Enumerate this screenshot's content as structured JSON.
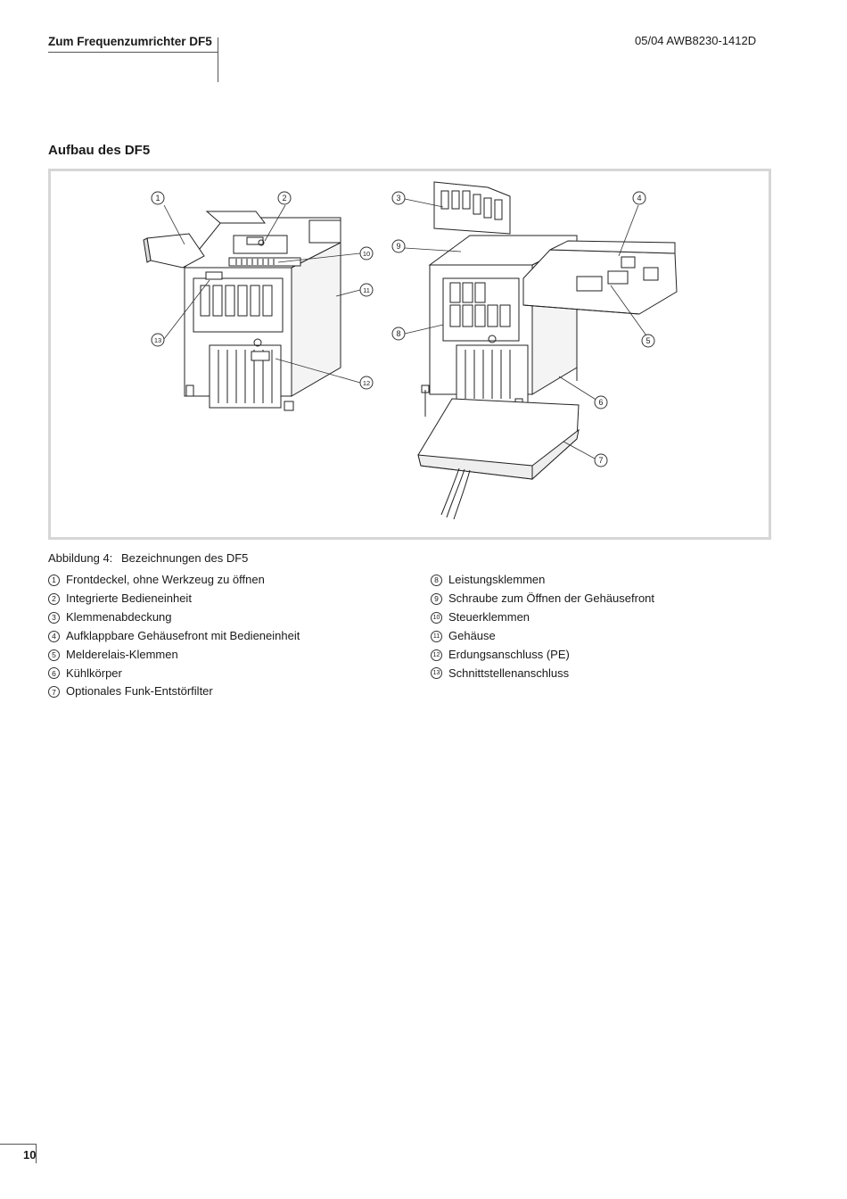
{
  "header": {
    "chapter_title": "Zum Frequenzumrichter DF5",
    "doc_ref": "05/04 AWB8230-1412D"
  },
  "section_title": "Aufbau des DF5",
  "figure": {
    "callouts": [
      "1",
      "2",
      "3",
      "4",
      "5",
      "6",
      "7",
      "8",
      "9",
      "10",
      "11",
      "12",
      "13"
    ],
    "caption_number": "Abbildung 4:",
    "caption_text": "Bezeichnungen des DF5"
  },
  "legend": {
    "col1": [
      {
        "num": "1",
        "text": "Frontdeckel, ohne Werkzeug zu öffnen"
      },
      {
        "num": "2",
        "text": "Integrierte Bedieneinheit"
      },
      {
        "num": "3",
        "text": "Klemmenabdeckung"
      },
      {
        "num": "4",
        "text": "Aufklappbare Gehäusefront mit Bedieneinheit"
      },
      {
        "num": "5",
        "text": "Melderelais-Klemmen"
      },
      {
        "num": "6",
        "text": "Kühlkörper"
      },
      {
        "num": "7",
        "text": "Optionales Funk-Entstörfilter"
      }
    ],
    "col2": [
      {
        "num": "8",
        "text": "Leistungsklemmen"
      },
      {
        "num": "9",
        "text": "Schraube zum Öffnen der Gehäusefront"
      },
      {
        "num": "10",
        "text": "Steuerklemmen"
      },
      {
        "num": "11",
        "text": "Gehäuse"
      },
      {
        "num": "12",
        "text": "Erdungsanschluss (PE)"
      },
      {
        "num": "13",
        "text": "Schnittstellenanschluss"
      }
    ]
  },
  "footer": {
    "page_number": "10"
  }
}
